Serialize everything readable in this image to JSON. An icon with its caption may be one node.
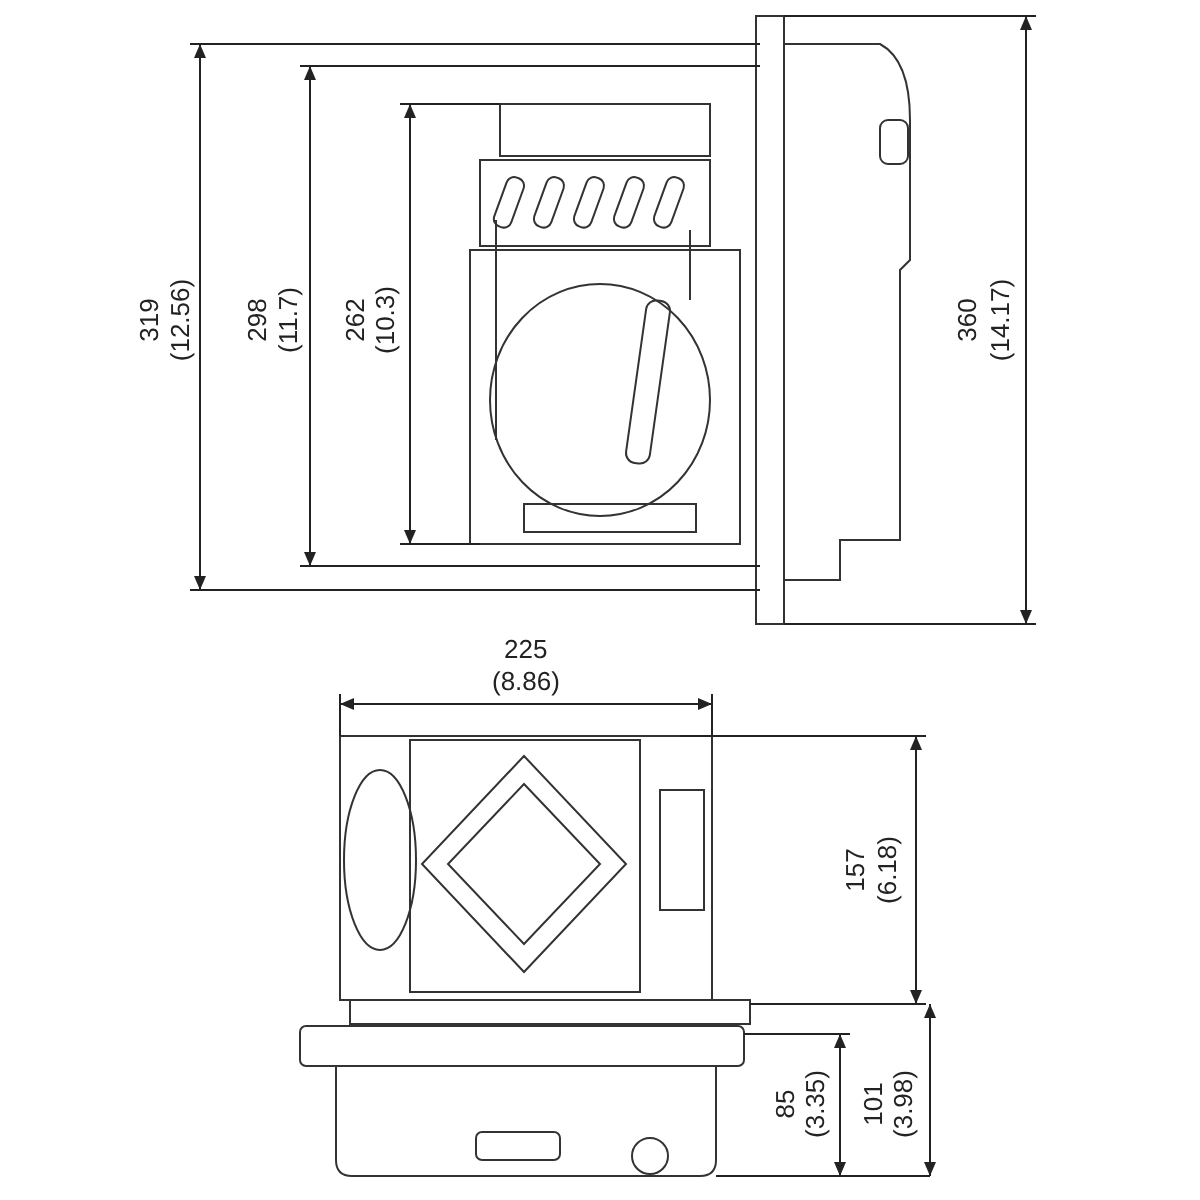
{
  "diagram": {
    "labels": [
      "319",
      "(12.56)",
      "298",
      "(11.7)",
      "262",
      "(10.3)",
      "360",
      "(14.17)",
      "225",
      "(8.86)",
      "157",
      "(6.18)",
      "85",
      "(3.35)",
      "101",
      "(3.98)"
    ]
  }
}
